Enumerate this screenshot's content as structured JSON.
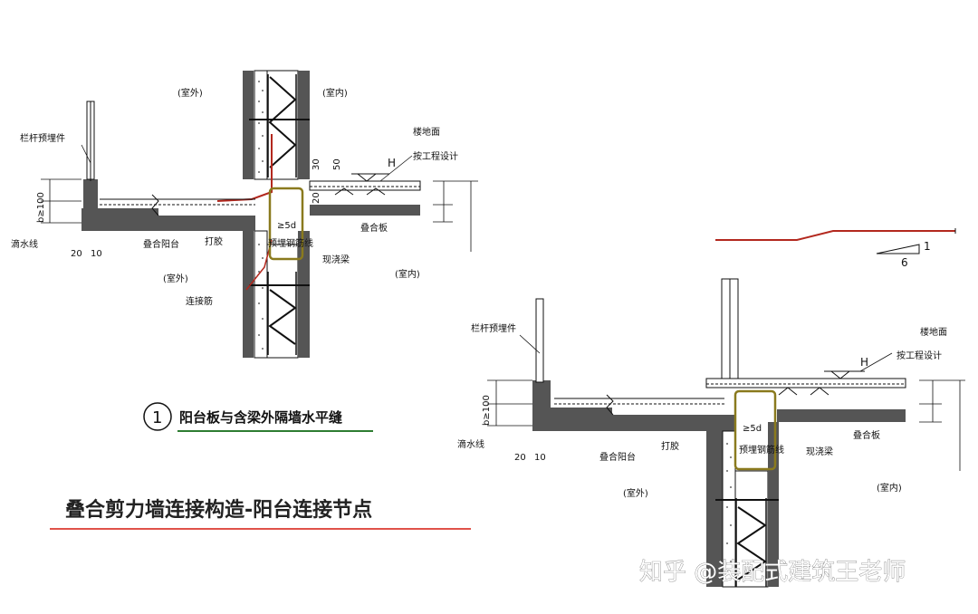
{
  "detail1": {
    "marker": "1",
    "caption": "阳台板与含梁外隔墙水平缝",
    "labels": {
      "outdoor_top": "(室外)",
      "indoor_top": "(室内)",
      "rail_part": "栏杆预埋件",
      "floor_finish": "楼地面",
      "by_design": "按工程设计",
      "dim30": "30",
      "dim50": "50",
      "dim20": "20",
      "H": "H",
      "b100": "b≥100",
      "drip": "滴水线",
      "d20": "20",
      "d10": "10",
      "composite_balcony": "叠合阳台",
      "glue": "打胶",
      "outdoor_bottom": "(室外)",
      "rebar_extra": "连接筋",
      "composite_slab": "叠合板",
      "anchor": "≥5d",
      "rebar_line": "预埋钢筋线",
      "cast_beam": "现浇梁",
      "indoor_bottom": "(室内)"
    }
  },
  "detail2": {
    "labels": {
      "rail_part": "栏杆预埋件",
      "floor_finish": "楼地面",
      "by_design": "按工程设计",
      "H": "H",
      "b100": "b≥100",
      "drip": "滴水线",
      "d20": "20",
      "d10": "10",
      "composite_balcony": "叠合阳台",
      "glue": "打胶",
      "anchor": "≥5d",
      "rebar_line": "预埋钢筋线",
      "cast_beam": "现浇梁",
      "composite_slab": "叠合板",
      "outdoor": "(室外)",
      "indoor": "(室内)"
    }
  },
  "slope": {
    "rise": "1",
    "run": "6"
  },
  "main_title": "叠合剪力墙连接构造-阳台连接节点",
  "watermark": "知乎 @装配式建筑王老师",
  "colors": {
    "concrete": "#555555",
    "rebar_red": "#b3281e",
    "anchor_box": "#8a7a1e",
    "caption_underline": "#2e7d32",
    "title_underline": "#e0534a",
    "line": "#111111"
  }
}
